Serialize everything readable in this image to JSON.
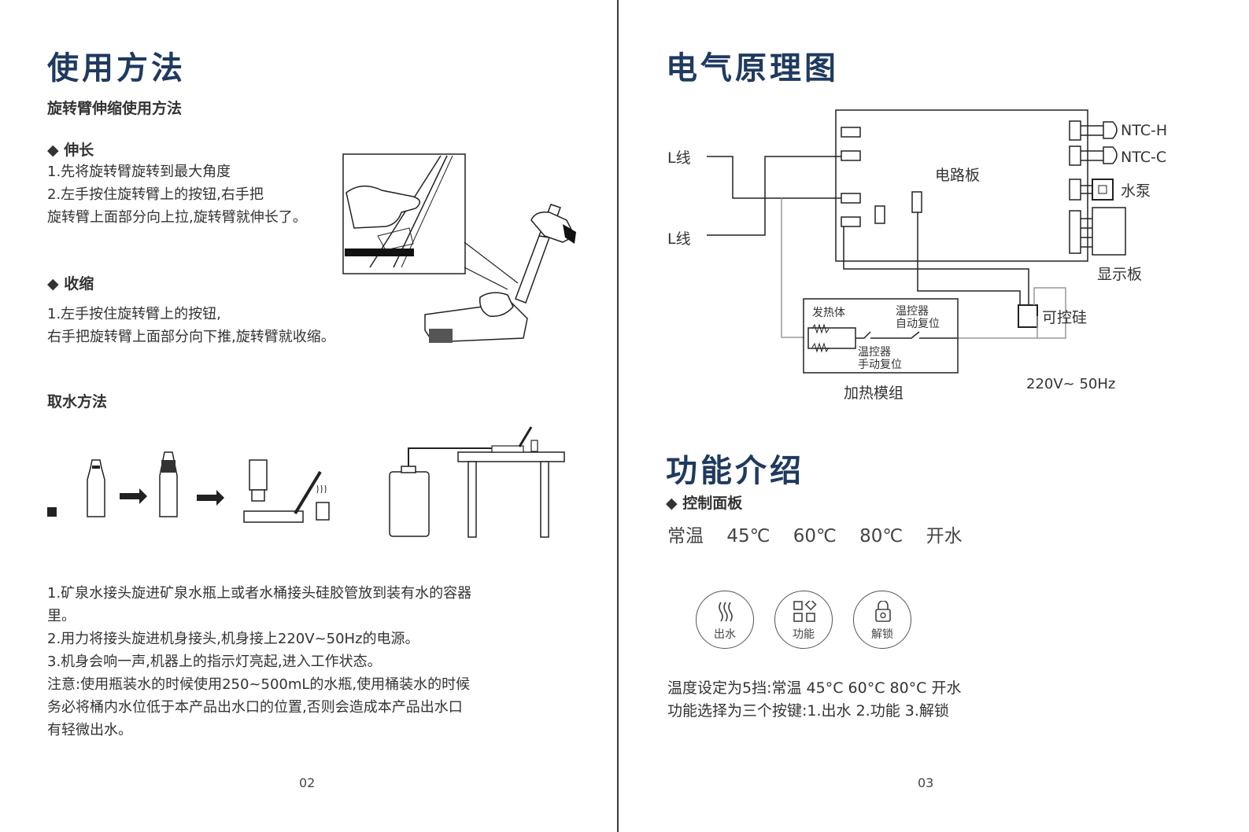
{
  "left_page": {
    "title": "使用方法",
    "section1_heading": "旋转臂伸缩使用方法",
    "extend": {
      "heading": "◆ 伸长",
      "lines": [
        "1.先将旋转臂旋转到最大角度",
        "2.左手按住旋转臂上的按钮,右手把",
        "旋转臂上面部分向上拉,旋转臂就伸长了。"
      ]
    },
    "retract": {
      "heading": "◆ 收缩",
      "lines": [
        "1.左手按住旋转臂上的按钮,",
        "右手把旋转臂上面部分向下推,旋转臂就收缩。"
      ]
    },
    "section2_heading": "取水方法",
    "instructions": [
      "1.矿泉水接头旋进矿泉水瓶上或者水桶接头硅胶管放到装有水的容器",
      "里。",
      "2.用力将接头旋进机身接头,机身接上220V~50Hz的电源。",
      "3.机身会响一声,机器上的指示灯亮起,进入工作状态。",
      "注意:使用瓶装水的时候使用250~500mL的水瓶,使用桶装水的时候",
      "务必将桶内水位低于本产品出水口的位置,否则会造成本产品出水口",
      "有轻微出水。"
    ],
    "page_number": "02"
  },
  "right_page": {
    "title": "电气原理图",
    "diagram": {
      "l_line_1": "L线",
      "l_line_2": "L线",
      "circuit_board": "电路板",
      "ntc_h": "NTC-H",
      "ntc_c": "NTC-C",
      "pump": "水泵",
      "display_board": "显示板",
      "heater": "发热体",
      "thermostat_auto_1": "温控器",
      "thermostat_auto_2": "自动复位",
      "thermostat_manual_1": "温控器",
      "thermostat_manual_2": "手动复位",
      "thyristor": "可控硅",
      "heating_module": "加热模组",
      "power": "220V~ 50Hz"
    },
    "function_title": "功能介绍",
    "control_panel_heading": "◆ 控制面板",
    "temperatures": [
      "常温",
      "45℃",
      "60℃",
      "80℃",
      "开水"
    ],
    "buttons": [
      {
        "label": "出水",
        "icon": "steam-icon"
      },
      {
        "label": "功能",
        "icon": "grid-icon"
      },
      {
        "label": "解锁",
        "icon": "lock-icon"
      }
    ],
    "notes": [
      "温度设定为5挡:常温 45°C 60°C 80°C 开水",
      "功能选择为三个按键:1.出水 2.功能 3.解锁"
    ],
    "page_number": "03"
  }
}
